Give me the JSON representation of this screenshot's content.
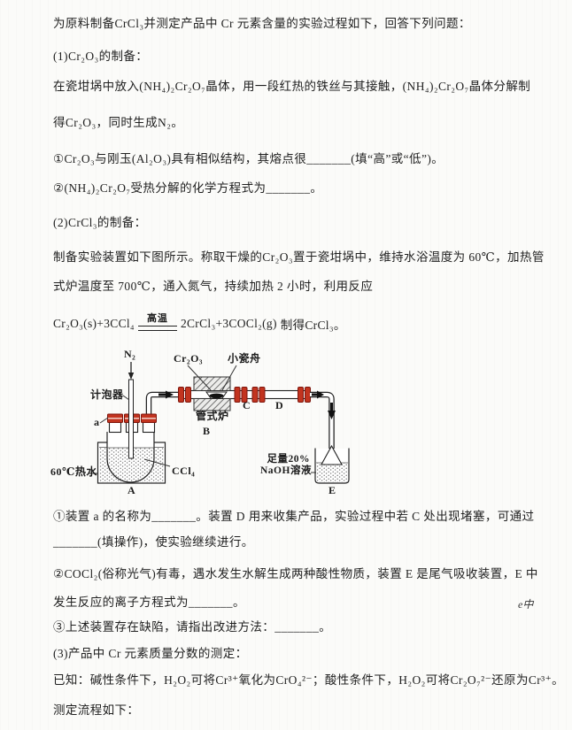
{
  "page": {
    "bg": "#fbfbf9",
    "ink": "#212121"
  },
  "colors": {
    "stopper_red": "#c2341f",
    "stopper_red_dark": "#7e150c",
    "line_black": "#222222",
    "hatch_gray": "#555555"
  },
  "lines": {
    "l1": "为原料制备CrCl₃并测定产品中 Cr 元素含量的实验过程如下，回答下列问题：",
    "l2": "(1)Cr₂O₃的制备：",
    "l3": "在瓷坩埚中放入(NH₄)₂Cr₂O₇晶体，用一段红热的铁丝与其接触，(NH₄)₂Cr₂O₇晶体分解制",
    "l4": "得Cr₂O₃，同时生成N₂。",
    "l5": "①Cr₂O₃与刚玉(Al₂O₃)具有相似结构，其熔点很_______(填“高”或“低”)。",
    "l6": "②(NH₄)₂Cr₂O₇受热分解的化学方程式为_______。",
    "l7": "(2)CrCl₃的制备：",
    "l8": "制备实验装置如下图所示。称取干燥的Cr₂O₃置于瓷坩埚中，维持水浴温度为 60℃，加热管",
    "l9": "式炉温度至 700℃，通入氮气，持续加热 2 小时，利用反应",
    "l11": "①装置 a 的名称为_______。装置 D 用来收集产品，实验过程中若 C 处出现堵塞，可通过",
    "l12": "_______(填操作)，使实验继续进行。",
    "l13": "②COCl₂(俗称光气)有毒，遇水发生水解生成两种酸性物质，装置 E 是尾气吸收装置，E 中",
    "l14": "发生反应的离子方程式为_______。",
    "l15": "③上述装置存在缺陷，请指出改进方法：_______。",
    "l16": "(3)产品中 Cr 元素质量分数的测定：",
    "l17": "已知：碱性条件下，H₂O₂可将Cr³⁺氧化为CrO₄²⁻；酸性条件下，H₂O₂可将Cr₂O₇²⁻还原为Cr³⁺。",
    "l18": "测定流程如下："
  },
  "equation": {
    "left": "Cr₂O₃(s)+3CCl₄",
    "condition": "高温",
    "right": "2CrCl₃+3COCl₂(g)",
    "suffix": "制得CrCl₃。"
  },
  "diagram": {
    "n2": "N₂",
    "bubble_counter": "计泡器",
    "port_a": "a",
    "hot_water": "60℃热水",
    "ccl4": "CCl₄",
    "flask_label": "A",
    "cr2o3": "Cr₂O₃",
    "boat": "小瓷舟",
    "furnace": "管式炉",
    "furnace_label": "B",
    "joint_c": "C",
    "tube_d": "D",
    "naoh_line1": "足量20%",
    "naoh_line2": "NaOH溶液",
    "beaker_label": "E"
  },
  "stray_note": "e中"
}
